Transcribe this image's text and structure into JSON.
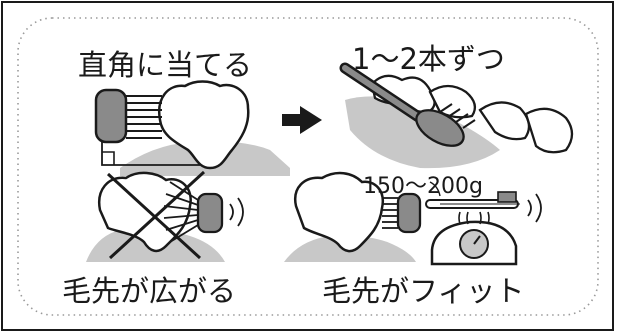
{
  "labels": {
    "top_left": "直角に当てる",
    "top_right": "1～2本ずつ",
    "bottom_left": "毛先が広がる",
    "bottom_right": "毛先がフィット",
    "force": "150～200g"
  },
  "colors": {
    "ink": "#1a1a1a",
    "gum": "#c8c8c8",
    "head_gray": "#8a8a8a",
    "frame_dots": "#9a9a9a"
  }
}
